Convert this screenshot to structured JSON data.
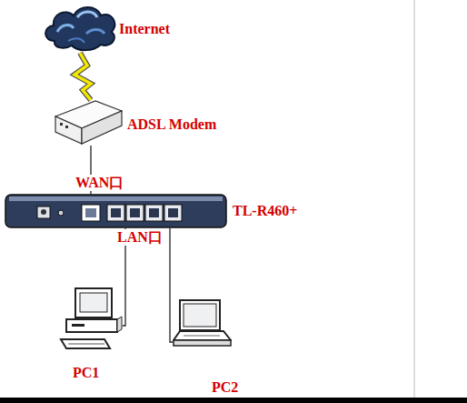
{
  "diagram": {
    "nodes": [
      {
        "text": [
          "Internet"
        ]
      },
      {
        "text": [
          "ADSL Modem"
        ]
      },
      {
        "text": [
          "TL-R460+"
        ]
      },
      {
        "text": [
          "PC1"
        ]
      },
      {
        "text": [
          "PC2"
        ]
      }
    ],
    "edges": [
      {
        "from": 0,
        "to": 1,
        "arrow": "none"
      },
      {
        "from": 1,
        "to": 2,
        "label": "WAN口",
        "arrow": "none"
      },
      {
        "from": 2,
        "to": 3,
        "arrow": "none"
      },
      {
        "from": 2,
        "to": 4,
        "arrow": "none"
      }
    ],
    "labels": [
      "LAN口"
    ]
  }
}
